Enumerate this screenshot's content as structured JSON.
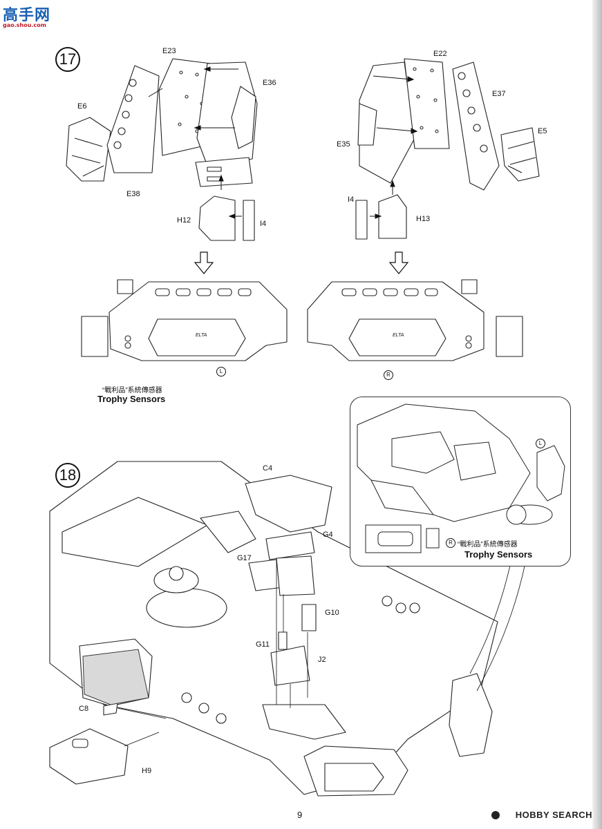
{
  "watermark": {
    "main": "高手网",
    "sub": "gao.shou.com"
  },
  "steps": [
    {
      "number": "17"
    },
    {
      "number": "18"
    }
  ],
  "step17": {
    "left_parts": [
      "E23",
      "E36",
      "E6",
      "E38",
      "H12",
      "I4"
    ],
    "right_parts": [
      "E22",
      "E37",
      "E35",
      "E5",
      "I4",
      "H13"
    ],
    "left_mark": "L",
    "right_mark": "R",
    "decal_text_left": "ELTA",
    "decal_text_right": "ELTA",
    "caption_cn": "“戰利品”系統傳感器",
    "caption_en": "Trophy Sensors"
  },
  "step18": {
    "parts": [
      "C4",
      "G4",
      "G17",
      "G10",
      "G11",
      "J2",
      "C8",
      "H9"
    ],
    "inset": {
      "left_mark": "L",
      "right_mark": "R",
      "caption_cn": "“戰利品”系統傳感器",
      "caption_en": "Trophy Sensors"
    }
  },
  "footer": {
    "page_number": "9",
    "source": "HOBBY SEARCH"
  }
}
